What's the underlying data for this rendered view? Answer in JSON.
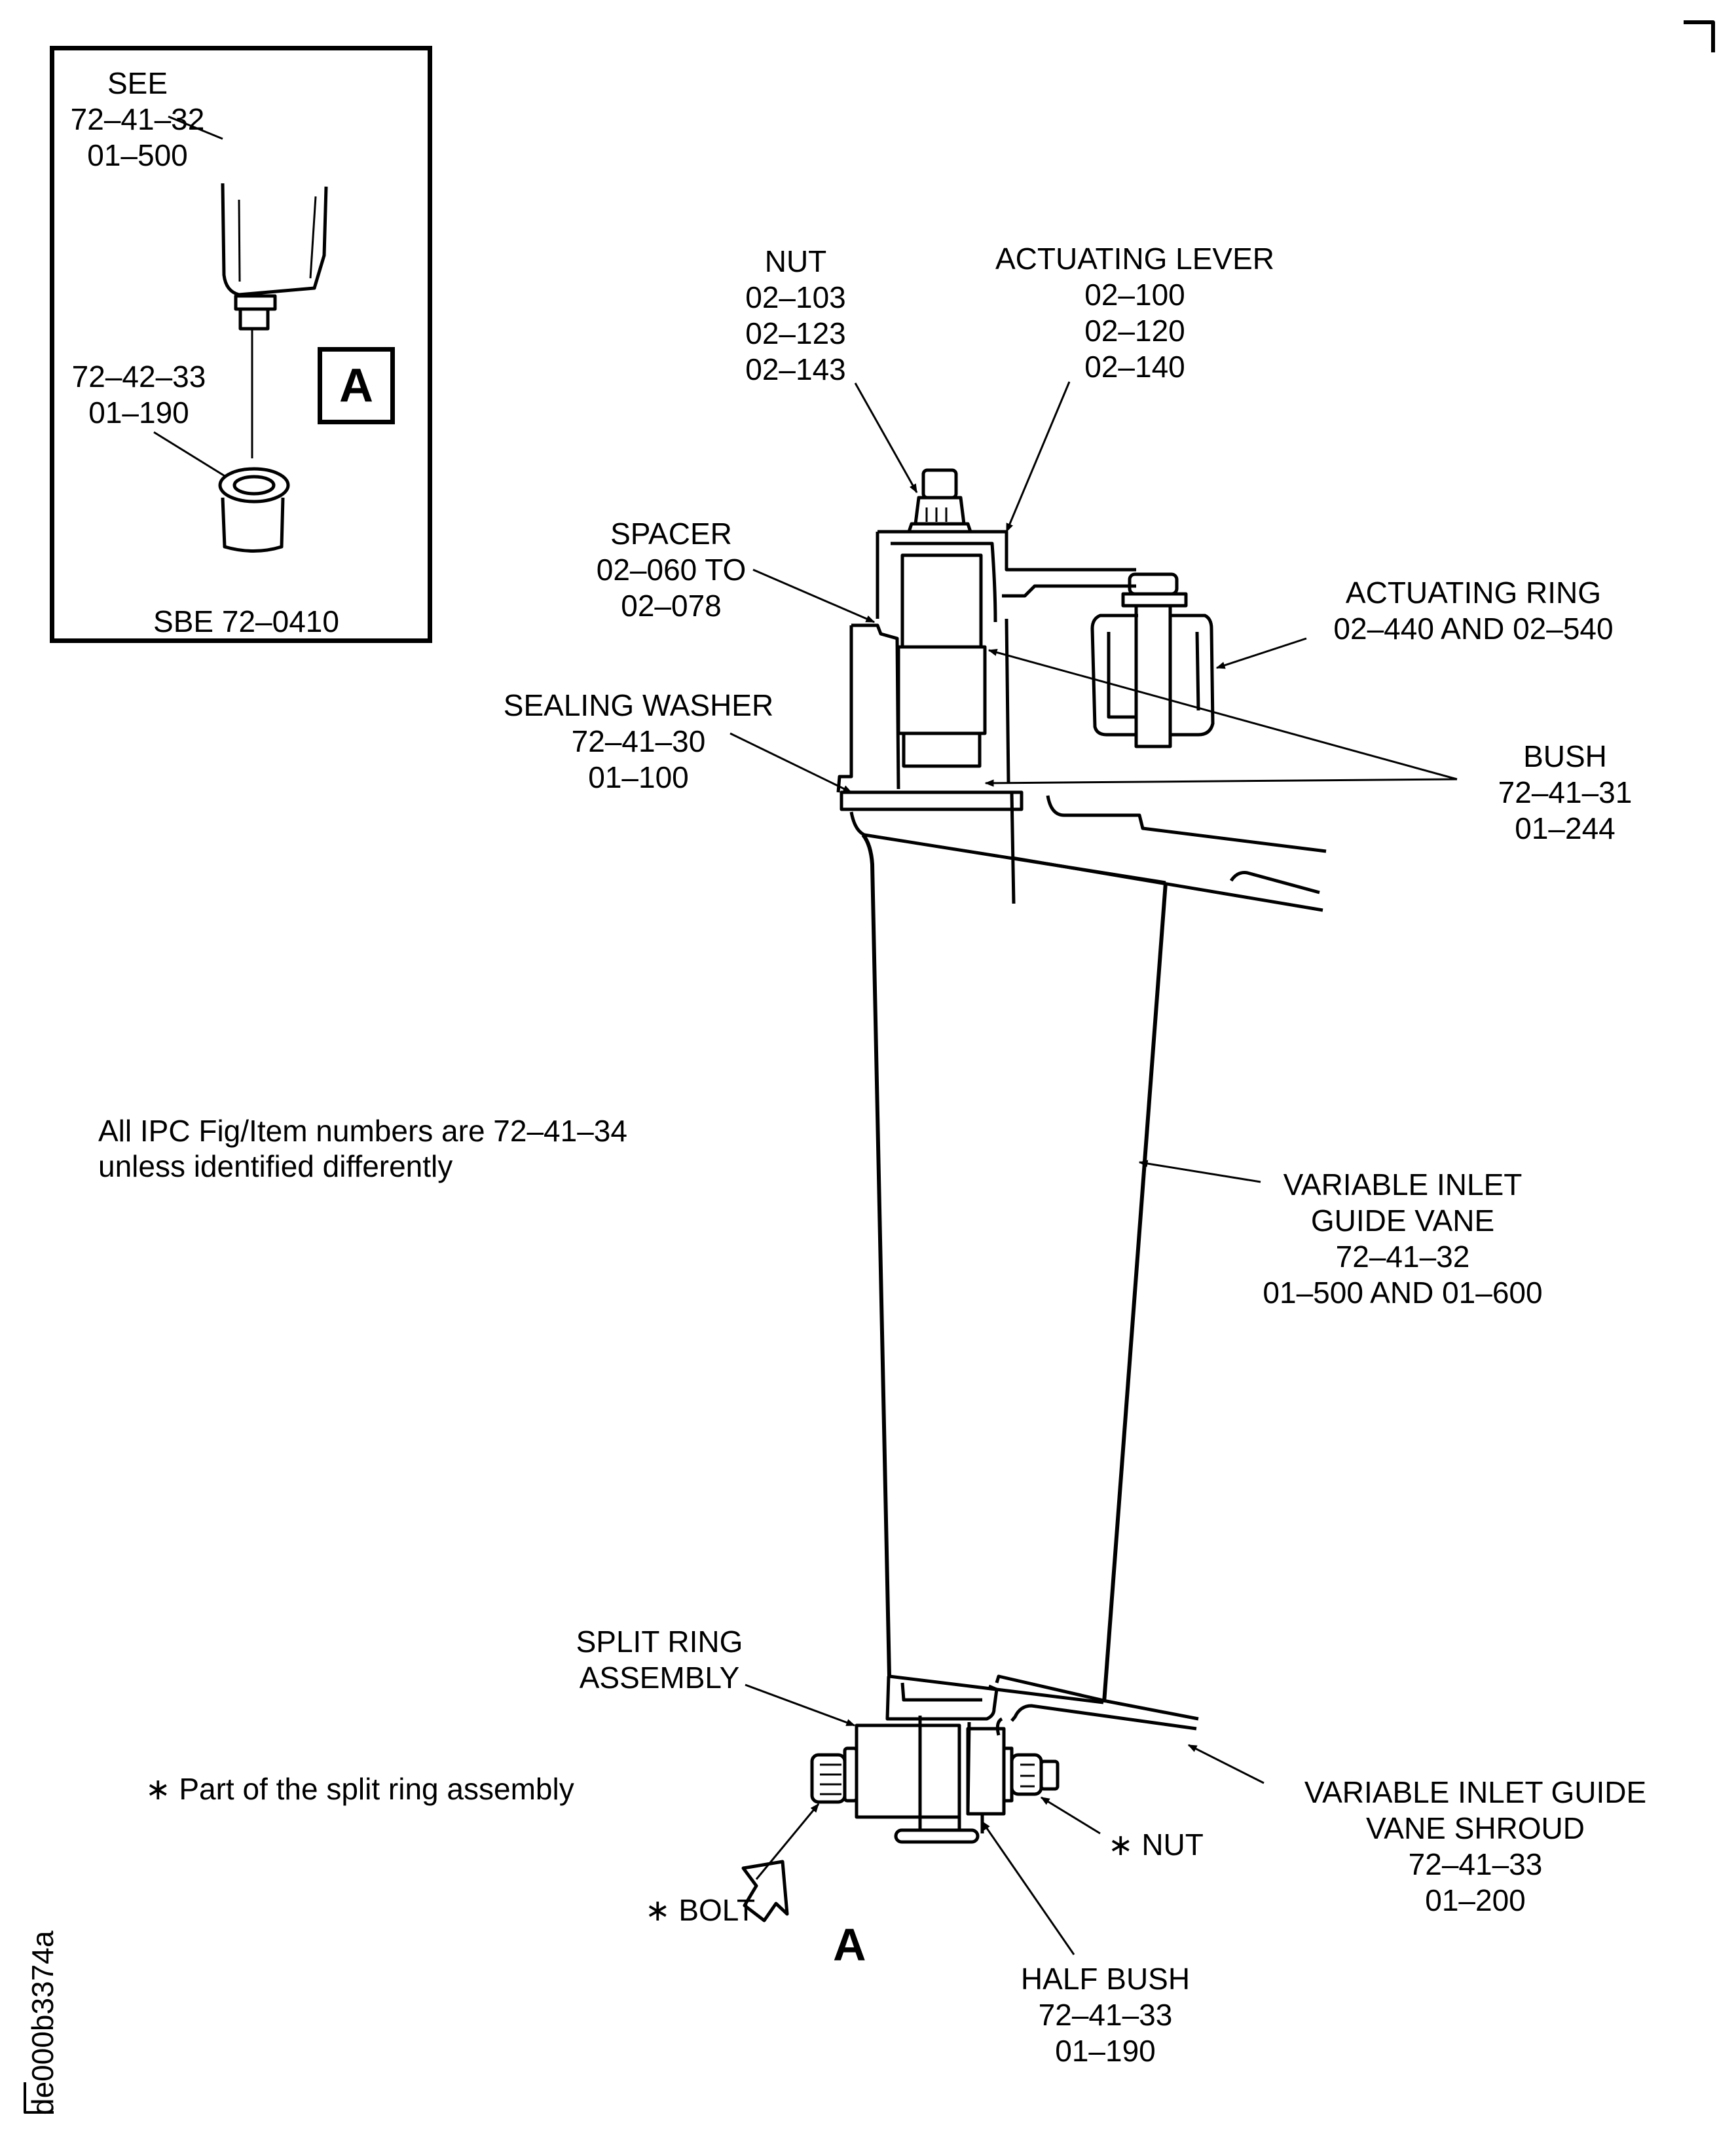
{
  "figure": {
    "id": "de000b3374a",
    "notes": {
      "ipc": [
        "All IPC Fig/Item numbers are 72–41–34",
        "unless identified differently"
      ],
      "asterisk": "∗ Part of the split ring assembly"
    },
    "inset": {
      "see_ref": [
        "SEE",
        "72–41–32",
        "01–500"
      ],
      "bush_ref": [
        "72–42–33",
        "01–190"
      ],
      "service_bulletin": "SBE 72–0410",
      "view_letter": "A"
    },
    "view_arrow_letter": "A",
    "callouts": {
      "nut": [
        "NUT",
        "02–103",
        "02–123",
        "02–143"
      ],
      "actuating_lever": [
        "ACTUATING LEVER",
        "02–100",
        "02–120",
        "02–140"
      ],
      "spacer": [
        "SPACER",
        "02–060 TO",
        "02–078"
      ],
      "actuating_ring": [
        "ACTUATING RING",
        "02–440 AND 02–540"
      ],
      "sealing_washer": [
        "SEALING WASHER",
        "72–41–30",
        "01–100"
      ],
      "bush": [
        "BUSH",
        "72–41–31",
        "01–244"
      ],
      "vane": [
        "VARIABLE INLET",
        "GUIDE VANE",
        "72–41–32",
        "01–500 AND 01–600"
      ],
      "split_ring": [
        "SPLIT RING",
        "ASSEMBLY"
      ],
      "shroud": [
        "VARIABLE INLET GUIDE",
        "VANE SHROUD",
        "72–41–33",
        "01–200"
      ],
      "bottom_nut": "∗ NUT",
      "bolt": "∗ BOLT",
      "half_bush": [
        "HALF BUSH",
        "72–41–33",
        "01–190"
      ]
    }
  }
}
